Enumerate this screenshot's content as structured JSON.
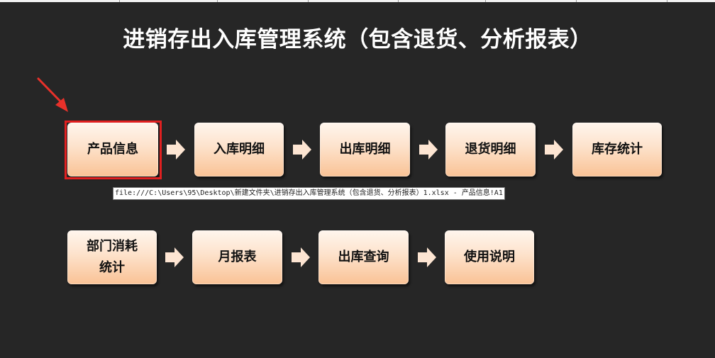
{
  "title": "进销存出入库管理系统（包含退货、分析报表）",
  "row1": [
    {
      "label": "产品信息"
    },
    {
      "label": "入库明细"
    },
    {
      "label": "出库明细"
    },
    {
      "label": "退货明细"
    },
    {
      "label": "库存统计"
    }
  ],
  "row2": [
    {
      "label": "部门消耗\n统计"
    },
    {
      "label": "月报表"
    },
    {
      "label": "出库查询"
    },
    {
      "label": "使用说明"
    }
  ],
  "tooltip": "file:///C:\\Users\\95\\Desktop\\新建文件夹\\进销存出入库管理系统（包含退货、分析报表）1.xlsx - 产品信息!A1",
  "colors": {
    "background": "#262626",
    "button_top": "#fff6ee",
    "button_bottom": "#f9c295",
    "arrow": "#fde5d2",
    "selection": "#e02020"
  },
  "icons": {
    "flow_arrow": "arrow-right-icon",
    "pointer": "red-pointer-arrow-icon"
  }
}
